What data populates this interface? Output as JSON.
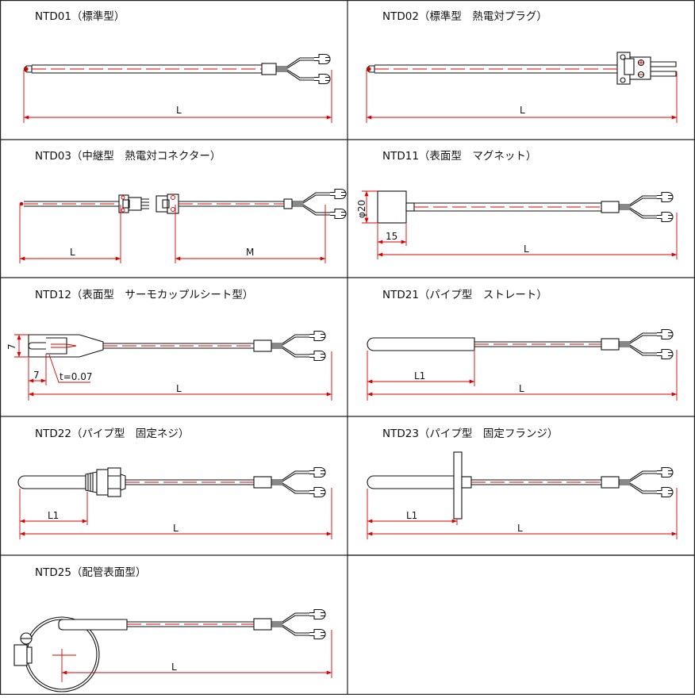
{
  "panels": [
    {
      "id": "ntd01",
      "title": "NTD01（標準型）",
      "dims": [
        "L"
      ]
    },
    {
      "id": "ntd02",
      "title": "NTD02（標準型　熱電対プラグ）",
      "dims": [
        "L"
      ]
    },
    {
      "id": "ntd03",
      "title": "NTD03（中継型　熱電対コネクター）",
      "dims": [
        "L",
        "M"
      ]
    },
    {
      "id": "ntd11",
      "title": "NTD11（表面型　マグネット）",
      "dims": [
        "φ20",
        "15",
        "L"
      ]
    },
    {
      "id": "ntd12",
      "title": "NTD12（表面型　サーモカップルシート型）",
      "dims": [
        "7",
        "7",
        "t=0.07",
        "L"
      ]
    },
    {
      "id": "ntd21",
      "title": "NTD21（パイプ型　ストレート）",
      "dims": [
        "L1",
        "L"
      ]
    },
    {
      "id": "ntd22",
      "title": "NTD22（パイプ型　固定ネジ）",
      "dims": [
        "L1",
        "L"
      ]
    },
    {
      "id": "ntd23",
      "title": "NTD23（パイプ型　固定フランジ）",
      "dims": [
        "L1",
        "L"
      ]
    },
    {
      "id": "ntd25",
      "title": "NTD25（配管表面型）",
      "dims": [
        "L"
      ]
    }
  ],
  "colors": {
    "line": "#111111",
    "dimension": "#dd0000",
    "background": "#ffffff"
  }
}
